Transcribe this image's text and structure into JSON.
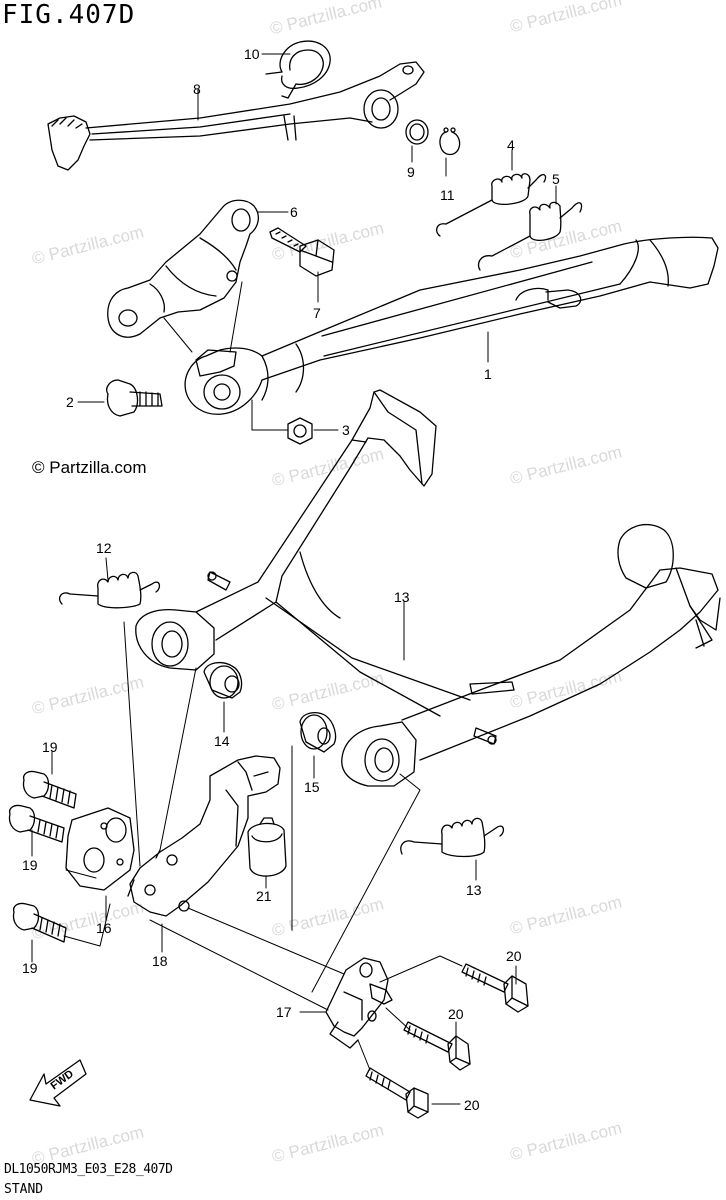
{
  "figure": {
    "title": "FIG.407D",
    "code": "DL1050RJM3_E03_E28_407D",
    "name": "STAND"
  },
  "watermark": {
    "text": "© Partzilla.com",
    "color": "#d9d9d9"
  },
  "fwd_label": "FWD",
  "callouts": [
    "1",
    "2",
    "3",
    "4",
    "5",
    "6",
    "7",
    "8",
    "9",
    "10",
    "11",
    "12",
    "13",
    "13",
    "14",
    "15",
    "16",
    "17",
    "18",
    "19",
    "19",
    "19",
    "20",
    "20",
    "20",
    "21"
  ]
}
